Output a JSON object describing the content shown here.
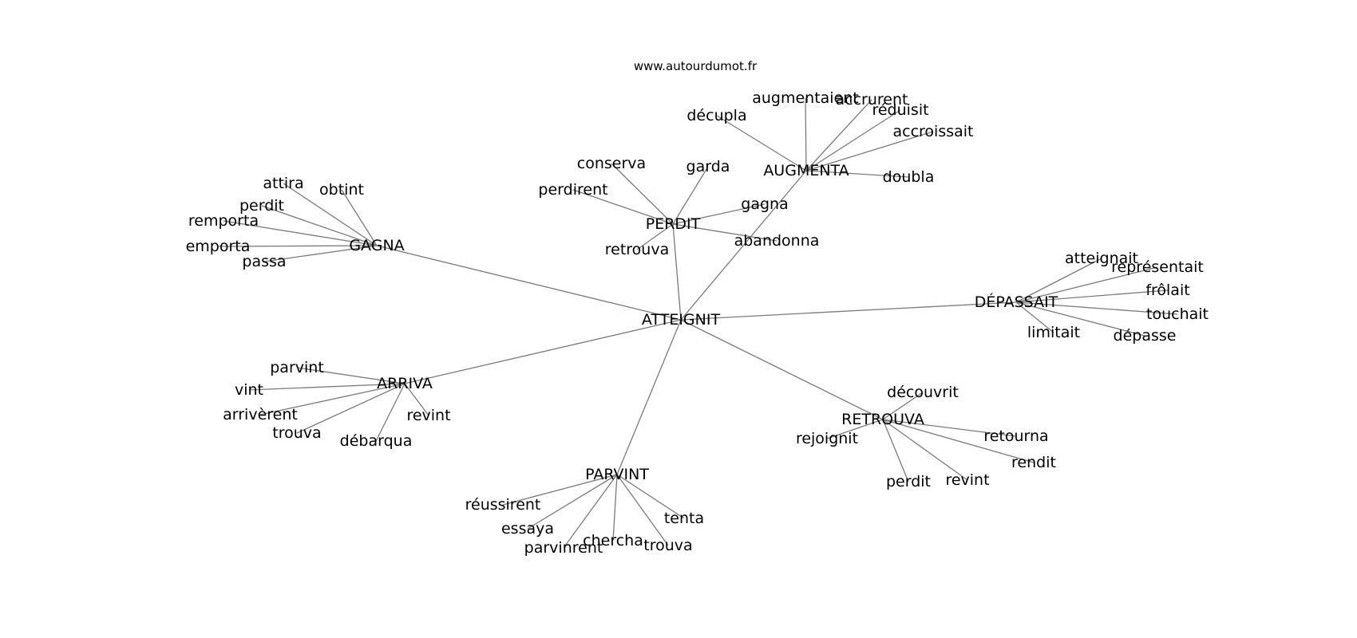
{
  "caption": "www.autourdumot.fr",
  "root": "ATTEIGNIT",
  "groups": [
    {
      "hub": "GAGNA",
      "words": [
        "attira",
        "obtint",
        "perdit",
        "remporta",
        "emporta",
        "passa"
      ]
    },
    {
      "hub": "PERDIT",
      "words": [
        "conserva",
        "garda",
        "perdirent",
        "gagna",
        "retrouva",
        "abandonna"
      ]
    },
    {
      "hub": "AUGMENTA",
      "words": [
        "décupla",
        "augmentaient",
        "accrurent",
        "réduisit",
        "accroissait",
        "doubla"
      ]
    },
    {
      "hub": "DÉPASSAIT",
      "words": [
        "atteignait",
        "représentait",
        "frôlait",
        "touchait",
        "limitait",
        "dépasse"
      ]
    },
    {
      "hub": "ARRIVA",
      "words": [
        "parvint",
        "vint",
        "arrivèrent",
        "trouva",
        "débarqua",
        "revint"
      ]
    },
    {
      "hub": "RETROUVA",
      "words": [
        "découvrit",
        "rejoignit",
        "retourna",
        "rendit",
        "perdit",
        "revint"
      ]
    },
    {
      "hub": "PARVINT",
      "words": [
        "réussirent",
        "essaya",
        "parvinrent",
        "chercha",
        "trouva",
        "tenta"
      ]
    }
  ],
  "style": {
    "edge_color": "#7a7a7a",
    "text_color": "#000000",
    "background": "#ffffff"
  }
}
